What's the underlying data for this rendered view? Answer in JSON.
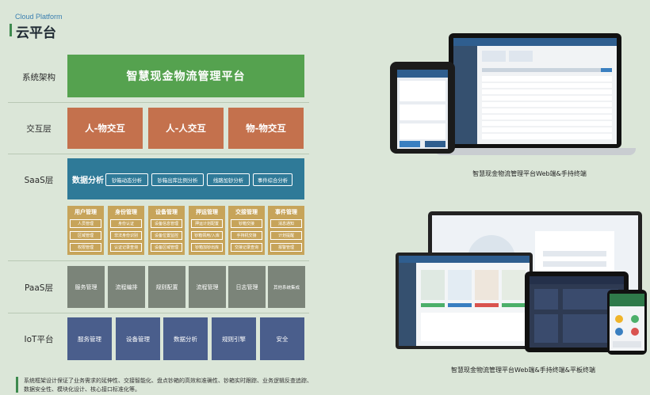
{
  "header": {
    "subtitle": "Cloud Platform",
    "title": "云平台"
  },
  "layers": {
    "arch": {
      "label": "系统架构",
      "main": "智慧现金物流管理平台"
    },
    "interaction": {
      "label": "交互层",
      "items": [
        "人-物交互",
        "人-人交互",
        "物-物交互"
      ]
    },
    "saas": {
      "label": "SaaS层",
      "title": "数据分析",
      "chips": [
        "钞箱动态分析",
        "钞箱出库比例分析",
        "线路加钞分析",
        "事件综合分析"
      ],
      "modules": [
        {
          "title": "用户管理",
          "items": [
            "人员管理",
            "区域管理",
            "权限管理"
          ]
        },
        {
          "title": "身份管理",
          "items": [
            "身份认证",
            "非法身份识别",
            "认证记录查询"
          ]
        },
        {
          "title": "设备管理",
          "items": [
            "设备信息管理",
            "设备位置监控",
            "设备区域管理"
          ]
        },
        {
          "title": "押运管理",
          "items": [
            "押运计划配置",
            "钞箱领用/入库",
            "钞箱加钞出库"
          ]
        },
        {
          "title": "交接管理",
          "items": [
            "钞箱交接",
            "手持机交接",
            "交接记录查询"
          ]
        },
        {
          "title": "事件管理",
          "items": [
            "消息通知",
            "计划提醒",
            "报警管理"
          ]
        }
      ]
    },
    "paas": {
      "label": "PaaS层",
      "items": [
        "服务管理",
        "流程编排",
        "规则配置",
        "流程管理",
        "日志管理",
        "其他系统集成"
      ]
    },
    "iot": {
      "label": "IoT平台",
      "items": [
        "服务管理",
        "设备管理",
        "数据分析",
        "规则引擎",
        "安全"
      ]
    }
  },
  "footer": {
    "text": "系统框架设计保证了业务需求的延伸性、交接智能化、盘点钞箱的高效和准确性、钞箱实时跟踪、业务逻辑反查追踪、数据安全性、模块化设计、核心接口标准化等。"
  },
  "captions": {
    "top": "智慧现金物流管理平台Web端&手持终端",
    "bottom": "智慧现金物流管理平台Web端&手持终端&平板终端"
  },
  "colors": {
    "background": "#dbe6d8",
    "arch": "#55a24f",
    "interaction": "#c4714d",
    "saas": "#2f7a98",
    "modules": "#c7a45a",
    "paas": "#7b8479",
    "iot": "#4a5e8c"
  }
}
